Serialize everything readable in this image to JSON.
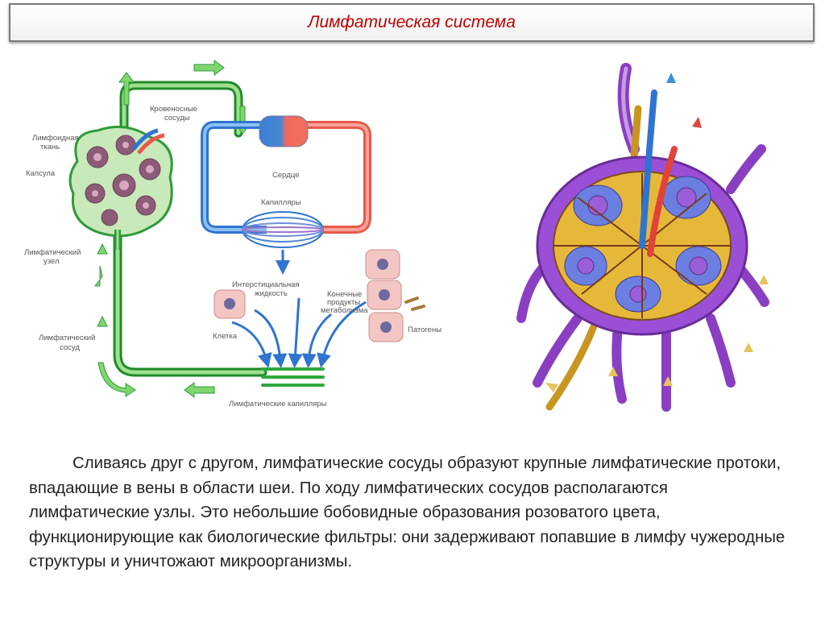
{
  "slide": {
    "title": "Лимфатическая система",
    "body": "Сливаясь друг с другом, лимфатические сосуды образуют крупные лимфатические протоки, впадающие в вены в области шеи. По ходу лимфатических сосудов располагаются лимфатические узлы. Это небольшие бобовидные образования розоватого цвета, функционирующие как биологические фильтры: они задерживают попавшие в лимфу чужеродные структуры и уничтожают микроорганизмы."
  },
  "diagram_left": {
    "labels": {
      "blood_vessels_1": "Кровеносные",
      "blood_vessels_2": "сосуды",
      "lymphoid_1": "Лимфоидная",
      "lymphoid_2": "ткань",
      "capsule": "Капсула",
      "node_1": "Лимфатический",
      "node_2": "узел",
      "heart": "Сердце",
      "capillaries": "Капилляры",
      "interstitial_1": "Интерстициальная",
      "interstitial_2": "жидкость",
      "products_1": "Конечные",
      "products_2": "продукты",
      "products_3": "метаболизма",
      "cell": "Клетка",
      "pathogens": "Патогены",
      "vessel_1": "Лимфатический",
      "vessel_2": "сосуд",
      "lymph_capillaries": "Лимфатические капилляры"
    }
  },
  "colors": {
    "title": "#c00000",
    "lymph_green": "#2fa83c",
    "vein_blue": "#2f74d0",
    "artery_red": "#f06a5a",
    "node_purple": "#8a3fc2"
  },
  "icons": {
    "left_figure": "lymphatic-circulation-diagram",
    "right_figure": "lymph-node-cross-section-illustration"
  }
}
